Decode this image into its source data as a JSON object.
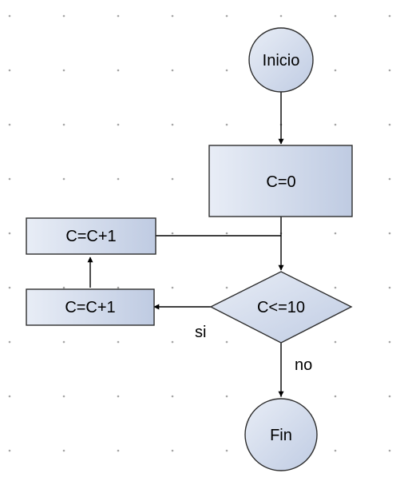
{
  "diagram": {
    "nodes": {
      "start": {
        "label": "Inicio",
        "shape": "circle"
      },
      "init": {
        "label": "C=0",
        "shape": "rectangle"
      },
      "condition": {
        "label": "C<=10",
        "shape": "diamond"
      },
      "increment_top": {
        "label": "C=C+1",
        "shape": "rectangle"
      },
      "increment_bottom": {
        "label": "C=C+1",
        "shape": "rectangle"
      },
      "end": {
        "label": "Fin",
        "shape": "circle"
      }
    },
    "edges": {
      "yes_label": "si",
      "no_label": "no"
    },
    "colors": {
      "shape_fill_light": "#e6ebf4",
      "shape_fill_dark": "#c2cde3",
      "stroke": "#2e2e2e",
      "grid_dot": "#a6a6a6"
    }
  }
}
